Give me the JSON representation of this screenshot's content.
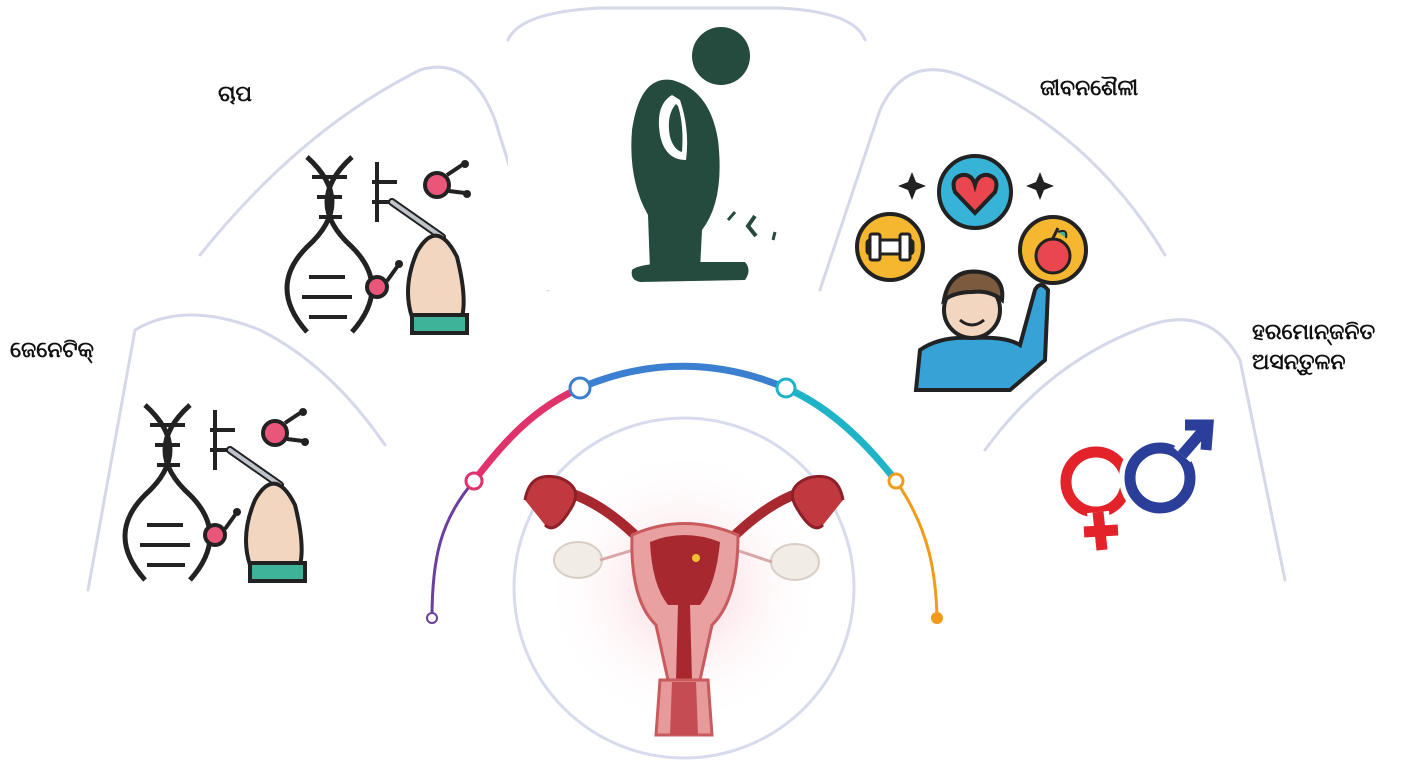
{
  "labels": {
    "genetic": "ଜେନେଟିକ୍",
    "stress": "ଚାପ",
    "lifestyle": "ଜୀବନଶୈଳୀ",
    "hormonal_line1": "ହରମୋନ୍‌ଜନିତ",
    "hormonal_line2": "ଅସନ୍ତୁଳନ"
  },
  "colors": {
    "arc_purple": "#6a3fa0",
    "arc_pink": "#e0336b",
    "arc_blue": "#3a7fd0",
    "arc_teal": "#1fb3c8",
    "arc_orange": "#f29a1a",
    "card_border": "#d4d8ea",
    "figure_dark": "#254a3e"
  }
}
